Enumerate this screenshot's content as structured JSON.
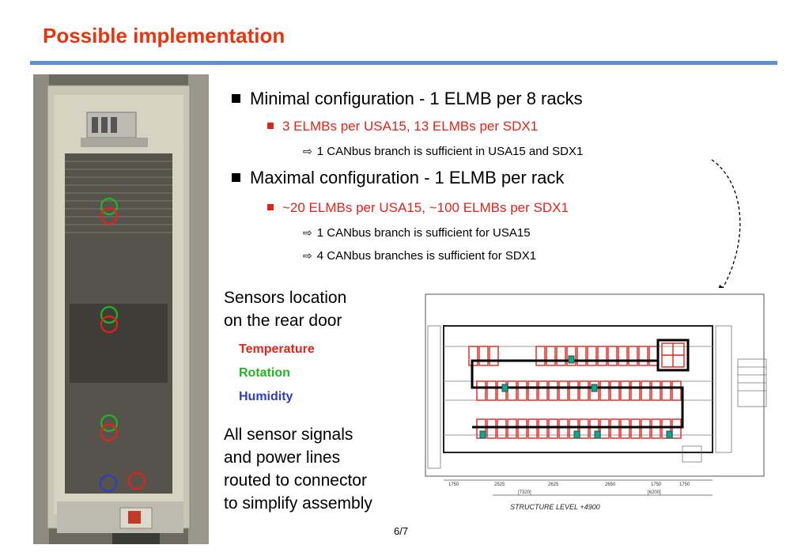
{
  "slide": {
    "title": "Possible implementation",
    "page_number": "6/7"
  },
  "bullets": {
    "b1": "Minimal configuration - 1 ELMB per 8 racks",
    "b1_sub": "3 ELMBs per USA15, 13 ELMBs per SDX1",
    "b1_sub_sub": "1 CANbus branch is sufficient in USA15 and SDX1",
    "b2": "Maximal configuration - 1 ELMB per rack",
    "b2_sub": "~20 ELMBs per USA15, ~100 ELMBs per SDX1",
    "b2_sub_sub1": "1 CANbus branch is sufficient for USA15",
    "b2_sub_sub2": "4 CANbus branches is sufficient for SDX1"
  },
  "sensors": {
    "line1": "Sensors location",
    "line2": "on the rear door",
    "temperature": "Temperature",
    "rotation": "Rotation",
    "humidity": "Humidity",
    "colors": {
      "temperature": "#e2231a",
      "rotation": "#22b522",
      "humidity": "#2b3ec4"
    }
  },
  "signals": {
    "line1": "All sensor signals",
    "line2": "and power lines",
    "line3": "routed to connector",
    "line4": "to simplify assembly"
  },
  "floorplan": {
    "structure_label": "STRUCTURE LEVEL +4900",
    "dims": [
      "1750",
      "2525",
      "2625",
      "2650",
      "1750",
      "1750"
    ],
    "sub_dims": [
      "[7320]",
      "[6200]"
    ]
  }
}
